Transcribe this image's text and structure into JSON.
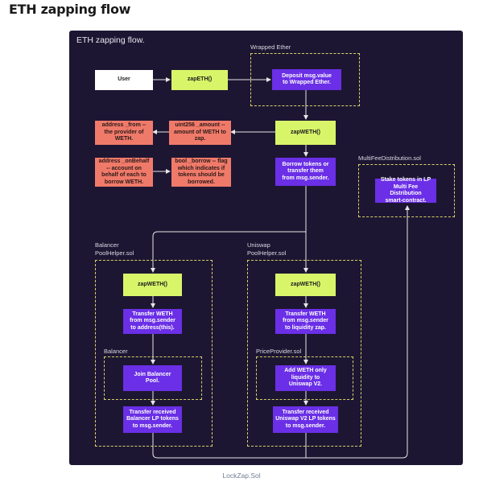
{
  "page_title": "ETH zapping flow",
  "diagram_title": "ETH zapping flow.",
  "caption": "LockZap.Sol",
  "colors": {
    "canvas": "#1d1632",
    "white_box": "#ffffff",
    "lime_box": "#d8f56a",
    "purple_box": "#6a2fe6",
    "salmon_box": "#f07a6a",
    "dashed_border": "#d6d16a",
    "connector": "#e6e6e6"
  },
  "regions": {
    "wrapped_ether": "Wrapped Ether",
    "multi_fee": "MultiFeeDistribution.sol",
    "balancer_helper": "Balancer\nPoolHelper.sol",
    "balancer_inner": "Balancer",
    "uniswap_helper": "Uniswap\nPoolHelper.sol",
    "price_provider": "PriceProvider.sol"
  },
  "boxes": {
    "user": "User",
    "zap_eth": "zapETH()",
    "deposit": "Deposit msg.value\nto Wrapped Ether.",
    "zap_weth_main": "zapWETH()",
    "amount_param": "uint256 _amount --\namount of WETH to\nzap.",
    "from_param": "address _from --\nthe provider of\nWETH.",
    "on_behalf_param": "address _onBehalf\n-- account on\nbehalf of each to\nborrow WETH.",
    "borrow_param": "bool _borrow -- flag\nwhich indicates if\ntokens should be\nborrowed.",
    "borrow_tokens": "Borrow tokens or\ntransfer them\nfrom msg.sender.",
    "stake_tokens": "Stake tokens in LP\nMulti Fee Distribution\nsmart-contract.",
    "bal_zap_weth": "zapWETH()",
    "bal_transfer": "Transfer WETH\nfrom msg.sender\nto address(this).",
    "bal_join": "Join Balancer\nPool.",
    "bal_lp": "Transfer received\nBalancer LP tokens\nto msg.sender.",
    "uni_zap_weth": "zapWETH()",
    "uni_transfer": "Transfer WETH\nfrom msg.sender\nto liquidity zap.",
    "uni_add": "Add WETH only\nliquidity to\nUniswap V2.",
    "uni_lp": "Transfer received\nUniswap V2 LP tokens\nto msg.sender."
  }
}
